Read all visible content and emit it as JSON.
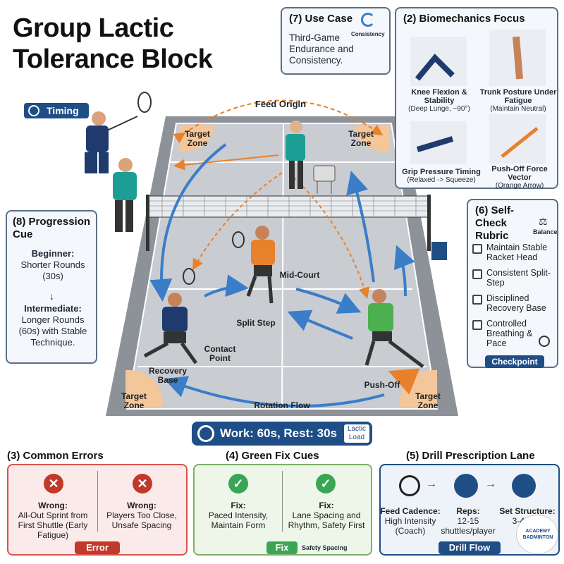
{
  "title_line1": "Group Lactic",
  "title_line2": "Tolerance Block",
  "timing_label": "Timing",
  "use_case": {
    "heading": "(7) Use Case",
    "icon_label": "Consistency",
    "text": "Third-Game Endurance and Consistency."
  },
  "biomech": {
    "heading": "(2) Biomechanics Focus",
    "items": [
      {
        "title": "Knee Flexion & Stability",
        "sub": "(Deep Lunge, ~90°)"
      },
      {
        "title": "Trunk Posture Under Fatigue",
        "sub": "(Maintain Neutral)"
      },
      {
        "title": "Grip Pressure Timing",
        "sub": "(Relaxed -> Squeeze)"
      },
      {
        "title": "Push-Off Force Vector",
        "sub": "(Orange Arrow)"
      }
    ]
  },
  "progression": {
    "heading": "(8) Progression Cue",
    "beginner_label": "Beginner:",
    "beginner_text": "Shorter Rounds (30s)",
    "intermediate_label": "Intermediate:",
    "intermediate_text": "Longer Rounds (60s) with Stable Technique."
  },
  "self_check": {
    "heading": "(6) Self-Check Rubric",
    "icon_label": "Balance",
    "items": [
      "Maintain Stable Racket Head",
      "Consistent Split-Step",
      "Disciplined Recovery Base",
      "Controlled Breathing & Pace"
    ],
    "footer": "Checkpoint"
  },
  "court": {
    "feed_origin": "Feed Origin",
    "target_zone": "Target Zone",
    "mid_court": "Mid-Court",
    "split_step": "Split Step",
    "contact_point": "Contact Point",
    "recovery_base": "Recovery Base",
    "push_off": "Push-Off",
    "rotation_flow": "Rotation Flow"
  },
  "work_rest": {
    "text": "Work: 60s, Rest: 30s",
    "tag": "Lactic Load"
  },
  "errors": {
    "heading": "(3) Common Errors",
    "items": [
      {
        "label": "Wrong:",
        "text": "All-Out Sprint from First Shuttle (Early Fatigue)"
      },
      {
        "label": "Wrong:",
        "text": "Players Too Close, Unsafe Spacing"
      }
    ],
    "footer": "Error"
  },
  "fixes": {
    "heading": "(4) Green Fix Cues",
    "items": [
      {
        "label": "Fix:",
        "text": "Paced Intensity, Maintain Form"
      },
      {
        "label": "Fix:",
        "text": "Lane Spacing and Rhythm, Safety First"
      }
    ],
    "footer": "Fix",
    "spacing_label": "Safety Spacing"
  },
  "drill": {
    "heading": "(5) Drill Prescription Lane",
    "items": [
      {
        "label": "Feed Cadence:",
        "text": "High Intensity (Coach)"
      },
      {
        "label": "Reps:",
        "text": "12-15 shuttles/player"
      },
      {
        "label": "Set Structure:",
        "text": "3-4 sets"
      }
    ],
    "footer": "Drill Flow"
  },
  "logo_text": "ACADEMY BADMINTON",
  "colors": {
    "navy": "#1f4e87",
    "orange": "#e8812b",
    "blue_arrow": "#3a7dc9",
    "error_red": "#c0392b",
    "fix_green": "#3aa655",
    "court": "#8d9299"
  }
}
